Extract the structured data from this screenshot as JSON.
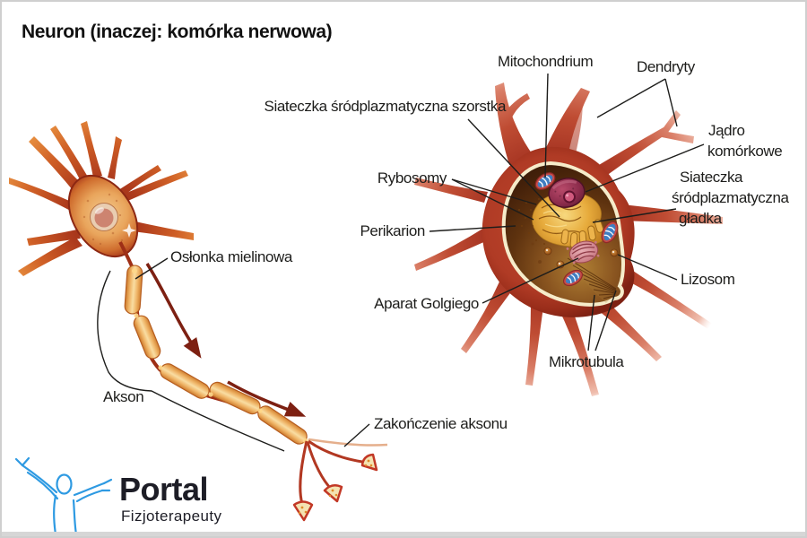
{
  "title": "Neuron (inaczej: komórka nerwowa)",
  "cell_body_labels": {
    "mitochondrium": "Mitochondrium",
    "dendryty": "Dendryty",
    "siateczka_szorstka": "Siateczka śródplazmatyczna szorstka",
    "jadro_komorkowe": [
      "Jądro",
      "komórkowe"
    ],
    "rybosomy": "Rybosomy",
    "siateczka_gladka": [
      "Siateczka",
      "śródplazmatyczna",
      "gładka"
    ],
    "perikarion": "Perikarion",
    "lizosom": "Lizosom",
    "aparat_golgiego": "Aparat Golgiego",
    "mikrotubula": "Mikrotubula"
  },
  "axon_labels": {
    "oslonka_mielinowa": "Osłonka mielinowa",
    "akson": "Akson",
    "zakonczenie_aksonu": "Zakończenie aksonu"
  },
  "logo": {
    "name": "Portal",
    "subtitle": "Fizjoterapeuty",
    "figure_icon": "raised-arms-person-icon"
  },
  "colors": {
    "label_text": "#1d1d1b",
    "leader_line": "#1d1d1b",
    "dendrite_red": "#a93320",
    "dendrite_tip_orange": "#e8923f",
    "soma_interior_brown": "#5f330f",
    "membrane_cream": "#f5ecca",
    "myelin_orange": "#eeb264",
    "arrow_dark_red": "#7d2012",
    "nucleus_purple": "#8c2c4c",
    "mitochondrion_blue": "#3f7ec2",
    "golgi_pink": "#d98a92",
    "er_gold": "#e7ab3c",
    "logo_blue": "#2e9ae2",
    "logo_text": "#1d1d26",
    "background": "#ffffff"
  }
}
